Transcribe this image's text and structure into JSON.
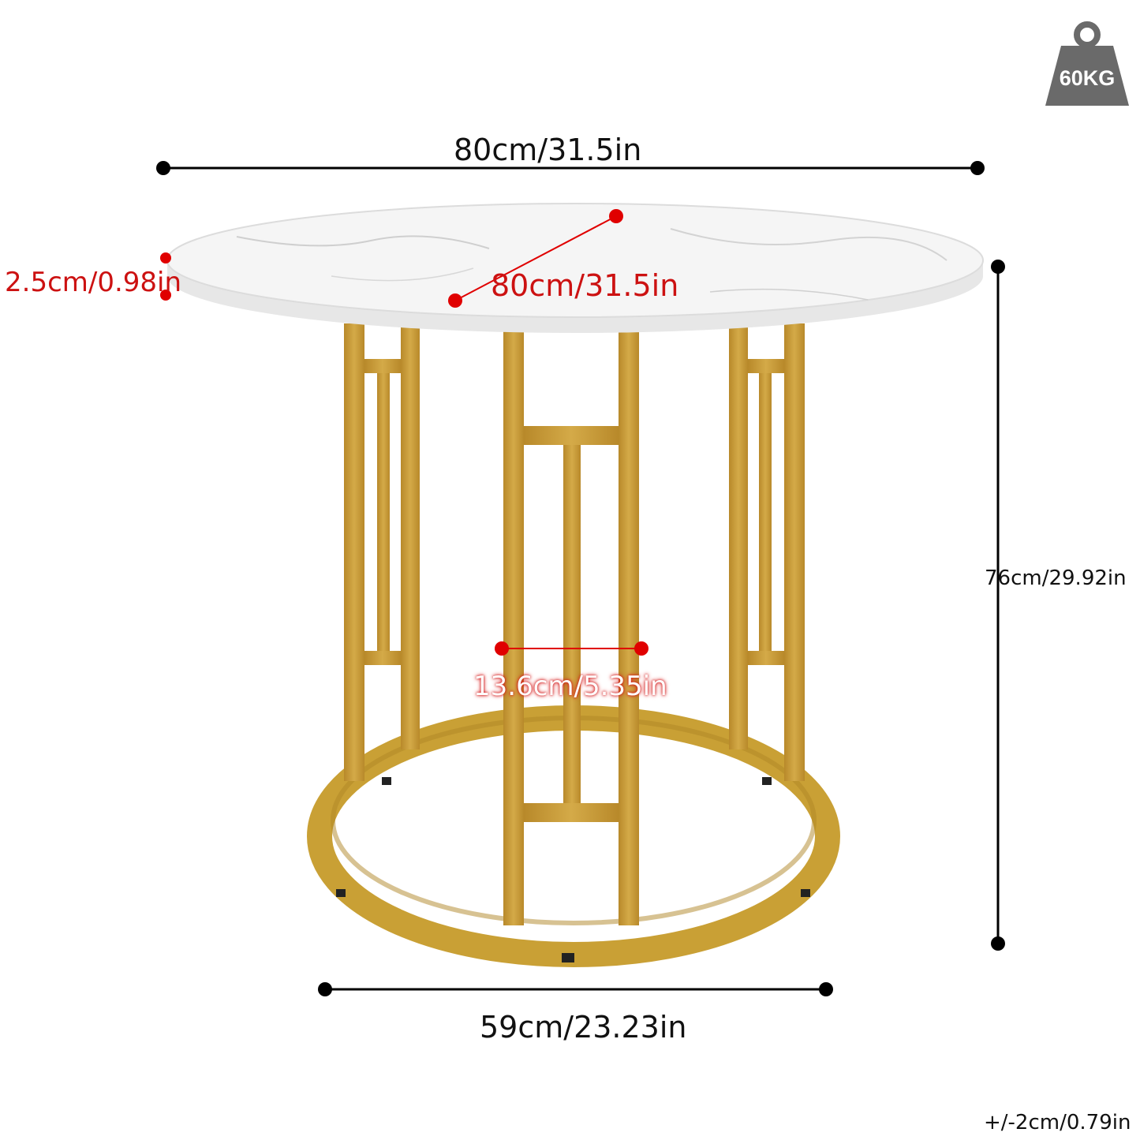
{
  "weight_badge": {
    "label": "60KG",
    "color": "#6a6a6a"
  },
  "dimensions": {
    "overall_width": "80cm/31.5in",
    "top_diameter": "80cm/31.5in",
    "top_thickness": "2.5cm/0.98in",
    "height": "76cm/29.92in",
    "base_width": "59cm/23.23in",
    "inner_spacing": "13.6cm/5.35in",
    "tolerance": "+/-2cm/0.79in"
  },
  "colors": {
    "frame_gold": "#c9a035",
    "marble": "#f4f4f4",
    "marker_red": "#e00000",
    "marker_black": "#000000"
  }
}
